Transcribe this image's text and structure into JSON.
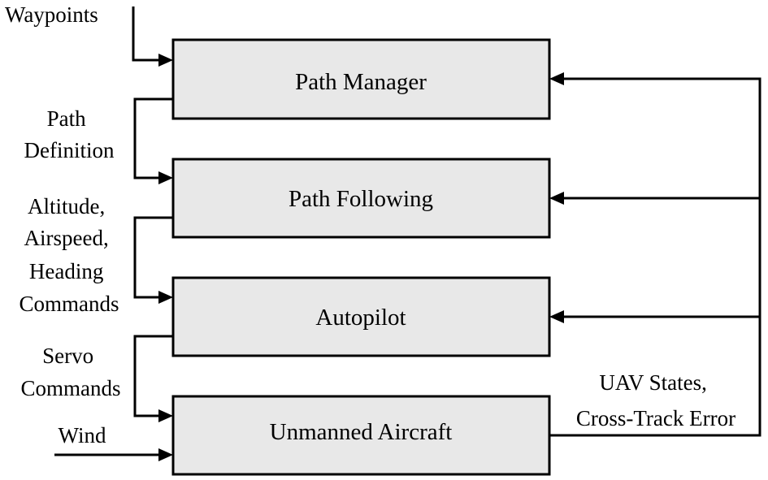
{
  "blocks": {
    "path_manager": "Path Manager",
    "path_following": "Path Following",
    "autopilot": "Autopilot",
    "unmanned_aircraft": "Unmanned Aircraft"
  },
  "inputs": {
    "waypoints": "Waypoints",
    "wind": "Wind"
  },
  "signals": {
    "path_definition": [
      "Path",
      "Definition"
    ],
    "commands": [
      "Altitude,",
      "Airspeed,",
      "Heading",
      "Commands"
    ],
    "servo_commands": [
      "Servo",
      "Commands"
    ],
    "feedback": [
      "UAV States,",
      "Cross-Track Error"
    ]
  }
}
